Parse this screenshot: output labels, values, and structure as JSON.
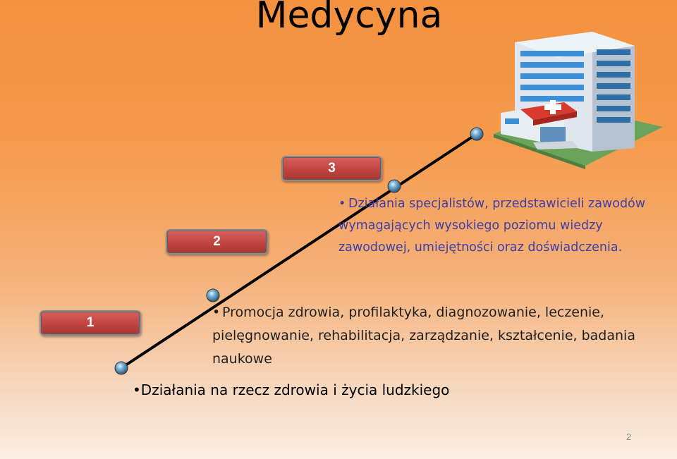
{
  "title": "Medycyna",
  "levels": [
    {
      "label": "1",
      "text": "Działania  na rzecz zdrowia i życia ludzkiego"
    },
    {
      "label": "2",
      "text": "Promocja zdrowia, profilaktyka, diagnozowanie, leczenie, pielęgnowanie, rehabilitacja, zarządzanie, kształcenie, badania naukowe"
    },
    {
      "label": "3",
      "text": "Działania specjalistów,  przedstawicieli zawodów wymagających wysokiego poziomu wiedzy zawodowej, umiejętności oraz doświadczenia."
    }
  ],
  "page_number": "2",
  "colors": {
    "level_box": "#c04440",
    "level3_text": "#3d3fa8",
    "background_top": "#f4913f",
    "background_bottom": "#fbeee4"
  },
  "icons": [
    "hospital-building-icon",
    "sphere-marker-icon"
  ]
}
